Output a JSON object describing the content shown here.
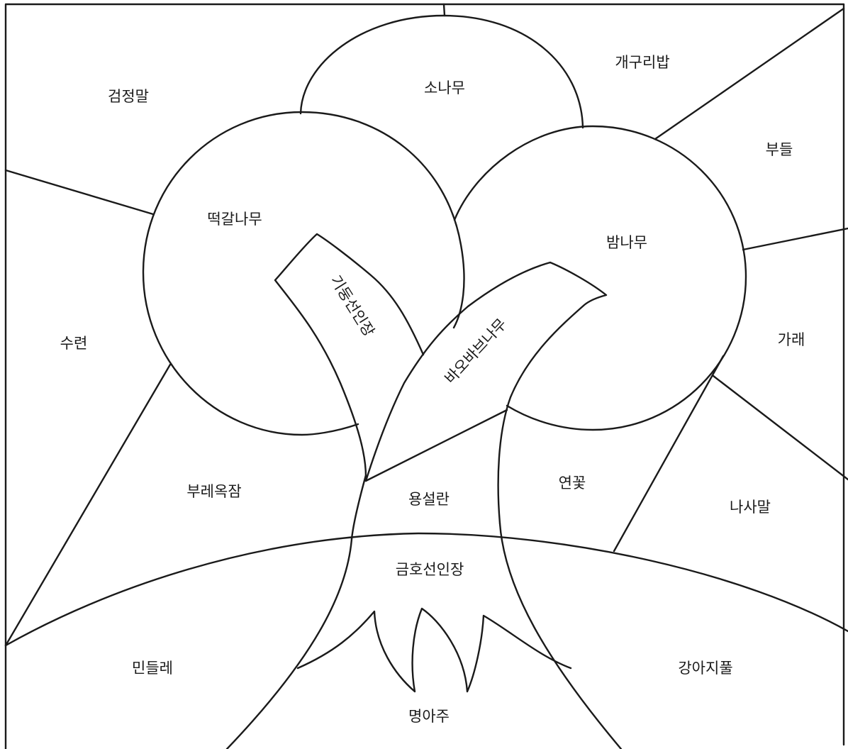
{
  "diagram": {
    "regions": {
      "geomjeongmal": "검정말",
      "sonamu": "소나무",
      "gaegurilbap": "개구리밥",
      "budeul": "부들",
      "tteokgalnamu": "떡갈나무",
      "bamnamu": "밤나무",
      "gidungseoninjang": "기둥선인장",
      "baobabnamu": "바오바브나무",
      "suryeon": "수련",
      "garae": "가래",
      "bureoksam": "부레옥잠",
      "yongseollan": "용설란",
      "yeonkkot": "연꽃",
      "nasamal": "나사말",
      "geumhoseoninjang": "금호선인장",
      "mindeulle": "민들레",
      "gangajipul": "강아지풀",
      "myeongaju": "명아주"
    }
  }
}
